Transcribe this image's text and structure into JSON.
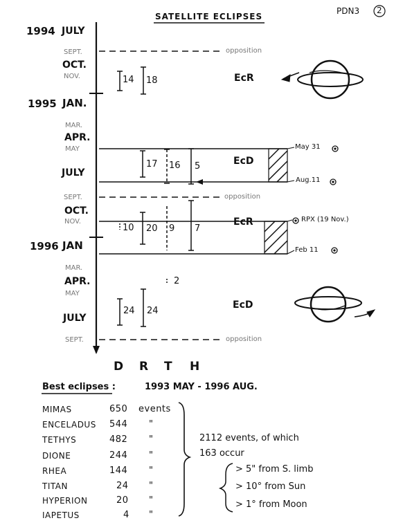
{
  "header": {
    "title": "SATELLITE ECLIPSES",
    "page_ref": "PDN3",
    "page_no": "2"
  },
  "timeline": {
    "years": [
      "1994",
      "1995",
      "1996"
    ],
    "months": {
      "july_94": "JULY",
      "sept_94": "SEPT.",
      "oct_94": "OCT.",
      "nov_94": "NOV.",
      "jan_95": "JAN.",
      "mar_95": "MAR.",
      "apr_95": "APR.",
      "may_95": "MAY",
      "july_95": "JULY",
      "sept_95": "SEPT.",
      "oct_95": "OCT.",
      "nov_95": "NOV.",
      "jan_96": "JAN",
      "mar_96": "MAR.",
      "apr_96": "APR.",
      "may_96": "MAY",
      "july_96": "JULY",
      "sept_96": "SEPT."
    },
    "opposition_label": "opposition",
    "bar_labels": [
      "14",
      "18",
      "17",
      "16",
      "5",
      "10",
      "20",
      "9",
      "7",
      "2",
      "24",
      "24"
    ],
    "ecl_labels": [
      "EcR",
      "EcD",
      "EcR",
      "EcD"
    ],
    "dates": {
      "may31": "May 31",
      "aug11": "Aug.11",
      "rpx": "RPX (19 Nov.)",
      "feb11": "Feb 11"
    },
    "sats": [
      "D",
      "R",
      "T",
      "H"
    ]
  },
  "best": {
    "heading": "Best eclipses :",
    "range": "1993 MAY - 1996 AUG.",
    "rows": [
      {
        "name": "MIMAS",
        "count": "650",
        "unit": "events"
      },
      {
        "name": "ENCELADUS",
        "count": "544",
        "unit": "\""
      },
      {
        "name": "TETHYS",
        "count": "482",
        "unit": "\""
      },
      {
        "name": "DIONE",
        "count": "244",
        "unit": "\""
      },
      {
        "name": "RHEA",
        "count": "144",
        "unit": "\""
      },
      {
        "name": "TITAN",
        "count": "24",
        "unit": "\""
      },
      {
        "name": "HYPERION",
        "count": "20",
        "unit": "\""
      },
      {
        "name": "IAPETUS",
        "count": "4",
        "unit": "\""
      }
    ],
    "summary1": "2112 events, of which",
    "summary2": "163 occur",
    "conditions": [
      "> 5\" from S. limb",
      "> 10° from Sun",
      "> 1° from Moon"
    ]
  }
}
